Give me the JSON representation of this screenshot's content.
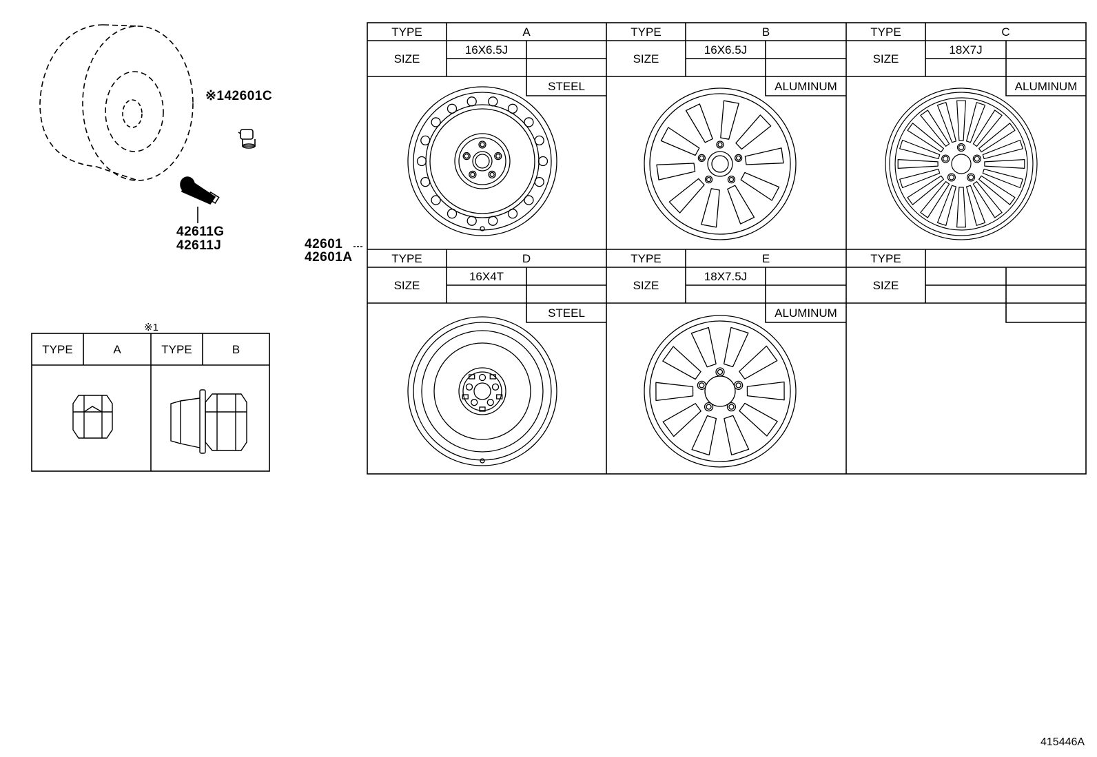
{
  "parts": {
    "valve_cap": "※142601C",
    "valve_g": "42611G",
    "valve_j": "42611J",
    "wheel_main": "42601",
    "wheel_alt": "42601A"
  },
  "nut_table": {
    "note": "※1",
    "type_label": "TYPE",
    "types": [
      "A",
      "B"
    ]
  },
  "wheel_table": {
    "type_label": "TYPE",
    "size_label": "SIZE",
    "cells": [
      {
        "type": "A",
        "size": "16X6.5J",
        "material": "STEEL",
        "style": "steel-holes"
      },
      {
        "type": "B",
        "size": "16X6.5J",
        "material": "ALUMINUM",
        "style": "alloy-5spoke-split"
      },
      {
        "type": "C",
        "size": "18X7J",
        "material": "ALUMINUM",
        "style": "alloy-multispoke"
      },
      {
        "type": "D",
        "size": "16X4T",
        "material": "STEEL",
        "style": "steel-spare"
      },
      {
        "type": "E",
        "size": "18X7.5J",
        "material": "ALUMINUM",
        "style": "alloy-10spoke"
      },
      {
        "type": "",
        "size": "",
        "material": "",
        "style": "empty"
      }
    ]
  },
  "diagram_id": "415446A"
}
